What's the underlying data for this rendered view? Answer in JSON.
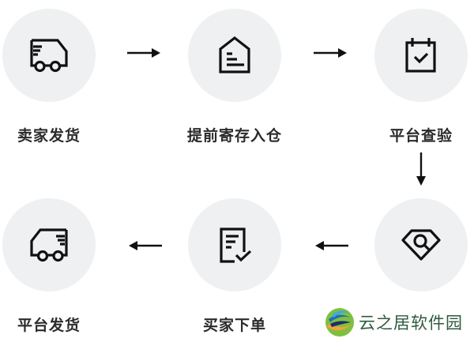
{
  "flow": {
    "steps": [
      {
        "id": "seller-ship",
        "label": "卖家发货",
        "icon": "truck-icon"
      },
      {
        "id": "pre-store",
        "label": "提前寄存入仓",
        "icon": "warehouse-icon"
      },
      {
        "id": "platform-inspect",
        "label": "平台查验",
        "icon": "calendar-check-icon"
      },
      {
        "id": "authenticate",
        "label": "",
        "icon": "diamond-search-icon"
      },
      {
        "id": "buyer-order",
        "label": "买家下单",
        "icon": "document-check-icon"
      },
      {
        "id": "platform-ship",
        "label": "平台发货",
        "icon": "truck-icon"
      }
    ],
    "arrows": [
      {
        "from": "seller-ship",
        "to": "pre-store",
        "direction": "right"
      },
      {
        "from": "pre-store",
        "to": "platform-inspect",
        "direction": "right"
      },
      {
        "from": "platform-inspect",
        "to": "authenticate",
        "direction": "down"
      },
      {
        "from": "authenticate",
        "to": "buyer-order",
        "direction": "left"
      },
      {
        "from": "buyer-order",
        "to": "platform-ship",
        "direction": "left"
      }
    ]
  },
  "colors": {
    "circle_bg": "#eef0f1",
    "icon_stroke": "#111111",
    "label": "#2b2b2b",
    "watermark_text": "#2f5a3c"
  },
  "watermark": {
    "text": "云之居软件园",
    "icon": "swirl-logo-icon"
  }
}
